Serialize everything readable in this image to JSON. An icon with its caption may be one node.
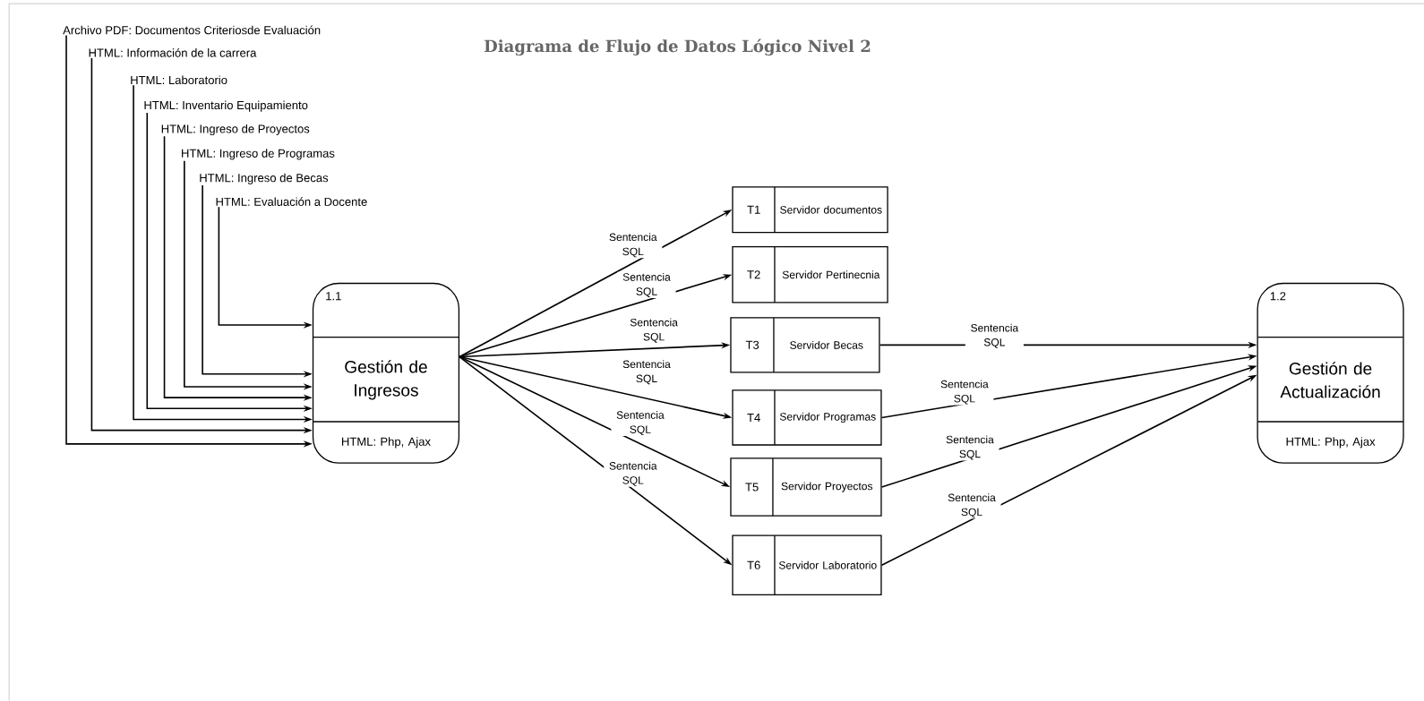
{
  "diagram": {
    "title": "Diagrama de Flujo de Datos Lógico Nivel 2",
    "nodes": [
      {
        "text": [
          "Archivo PDF: Documentos Criteriosde Evaluación"
        ]
      },
      {
        "text": [
          "HTML: Información de la carrera"
        ]
      },
      {
        "text": [
          "HTML: Laboratorio"
        ]
      },
      {
        "text": [
          "HTML: Inventario Equipamiento"
        ]
      },
      {
        "text": [
          "HTML: Ingreso de Proyectos"
        ]
      },
      {
        "text": [
          "HTML: Ingreso de Programas"
        ]
      },
      {
        "text": [
          "HTML: Ingreso de Becas"
        ]
      },
      {
        "text": [
          "HTML: Evaluación a Docente"
        ]
      },
      {
        "text": [
          "1.1",
          "Gestión de Ingresos",
          "HTML: Php, Ajax"
        ]
      },
      {
        "text": [
          "T1",
          "Servidor documentos"
        ]
      },
      {
        "text": [
          "T2",
          "Servidor Pertinecnia"
        ]
      },
      {
        "text": [
          "T3",
          "Servidor Becas"
        ]
      },
      {
        "text": [
          "T4",
          "Servidor Programas"
        ]
      },
      {
        "text": [
          "T5",
          "Servidor Proyectos"
        ]
      },
      {
        "text": [
          "T6",
          "Servidor Laboratorio"
        ]
      },
      {
        "text": [
          "1.2",
          "Gestión de Actualización",
          "HTML: Php, Ajax"
        ]
      }
    ],
    "edges": [
      {
        "from": 0,
        "to": 8,
        "arrow": "to"
      },
      {
        "from": 1,
        "to": 8,
        "arrow": "to"
      },
      {
        "from": 2,
        "to": 8,
        "arrow": "to"
      },
      {
        "from": 3,
        "to": 8,
        "arrow": "to"
      },
      {
        "from": 4,
        "to": 8,
        "arrow": "to"
      },
      {
        "from": 5,
        "to": 8,
        "arrow": "to"
      },
      {
        "from": 6,
        "to": 8,
        "arrow": "to"
      },
      {
        "from": 7,
        "to": 8,
        "arrow": "to"
      },
      {
        "from": 8,
        "to": 9,
        "arrow": "to",
        "label": "Sentencia SQL"
      },
      {
        "from": 8,
        "to": 10,
        "arrow": "to",
        "label": "Sentencia SQL"
      },
      {
        "from": 8,
        "to": 11,
        "arrow": "to",
        "label": "Sentencia SQL"
      },
      {
        "from": 8,
        "to": 12,
        "arrow": "to",
        "label": "Sentencia SQL"
      },
      {
        "from": 8,
        "to": 13,
        "arrow": "to",
        "label": "Sentencia SQL"
      },
      {
        "from": 8,
        "to": 14,
        "arrow": "to",
        "label": "Sentencia SQL"
      },
      {
        "from": 11,
        "to": 15,
        "arrow": "to",
        "label": "Sentencia SQL"
      },
      {
        "from": 12,
        "to": 15,
        "arrow": "to",
        "label": "Sentencia SQL"
      },
      {
        "from": 13,
        "to": 15,
        "arrow": "to",
        "label": "Sentencia SQL"
      },
      {
        "from": 14,
        "to": 15,
        "arrow": "to",
        "label": "Sentencia SQL"
      }
    ]
  }
}
